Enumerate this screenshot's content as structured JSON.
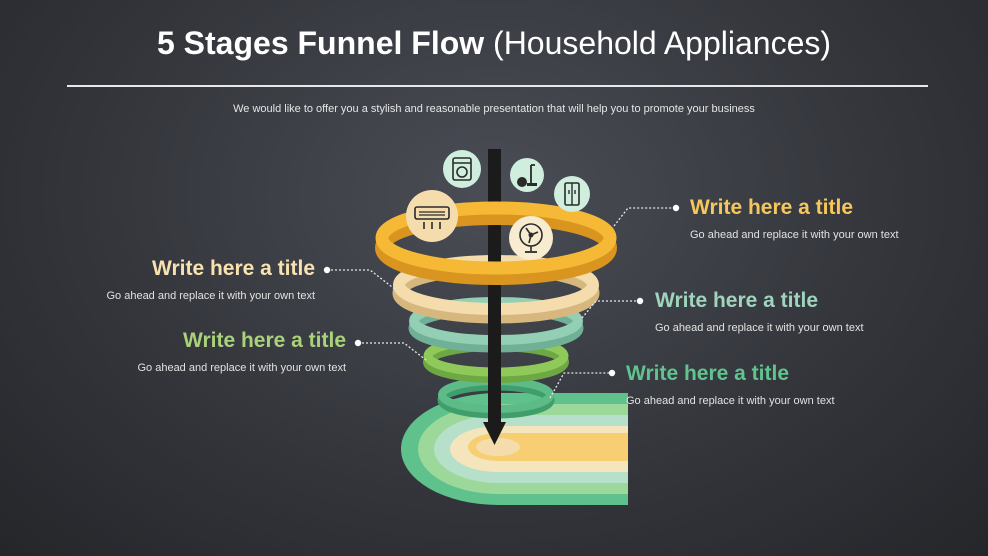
{
  "header": {
    "title_bold": "5 Stages Funnel Flow",
    "title_light": "(Household Appliances)",
    "subtitle": "We would like to offer you a stylish and reasonable presentation that will help you to promote your business"
  },
  "stages": [
    {
      "title": "Write here a title",
      "desc": "Go ahead and replace it with your own text",
      "color": "#f6c75a"
    },
    {
      "title": "Write here a title",
      "desc": "Go ahead and replace it with your own text",
      "color": "#f7e2b0"
    },
    {
      "title": "Write here a title",
      "desc": "Go ahead and replace it with your own text",
      "color": "#9fd4bd"
    },
    {
      "title": "Write here a title",
      "desc": "Go ahead and replace it with your own text",
      "color": "#a9d27a"
    },
    {
      "title": "Write here a title",
      "desc": "Go ahead and replace it with your own text",
      "color": "#5fc48e"
    }
  ],
  "icons": [
    "air-conditioner-icon",
    "washing-machine-icon",
    "vacuum-cleaner-icon",
    "refrigerator-icon",
    "fan-icon"
  ],
  "colors": {
    "ring_yellow": "#f5b936",
    "ring_cream": "#f4dcac",
    "ring_mint": "#93cfb4",
    "ring_lime": "#8fc95a",
    "ring_green": "#5dbb88",
    "arrow": "#1b1b1b",
    "icon_bg": "#cfeedd"
  }
}
